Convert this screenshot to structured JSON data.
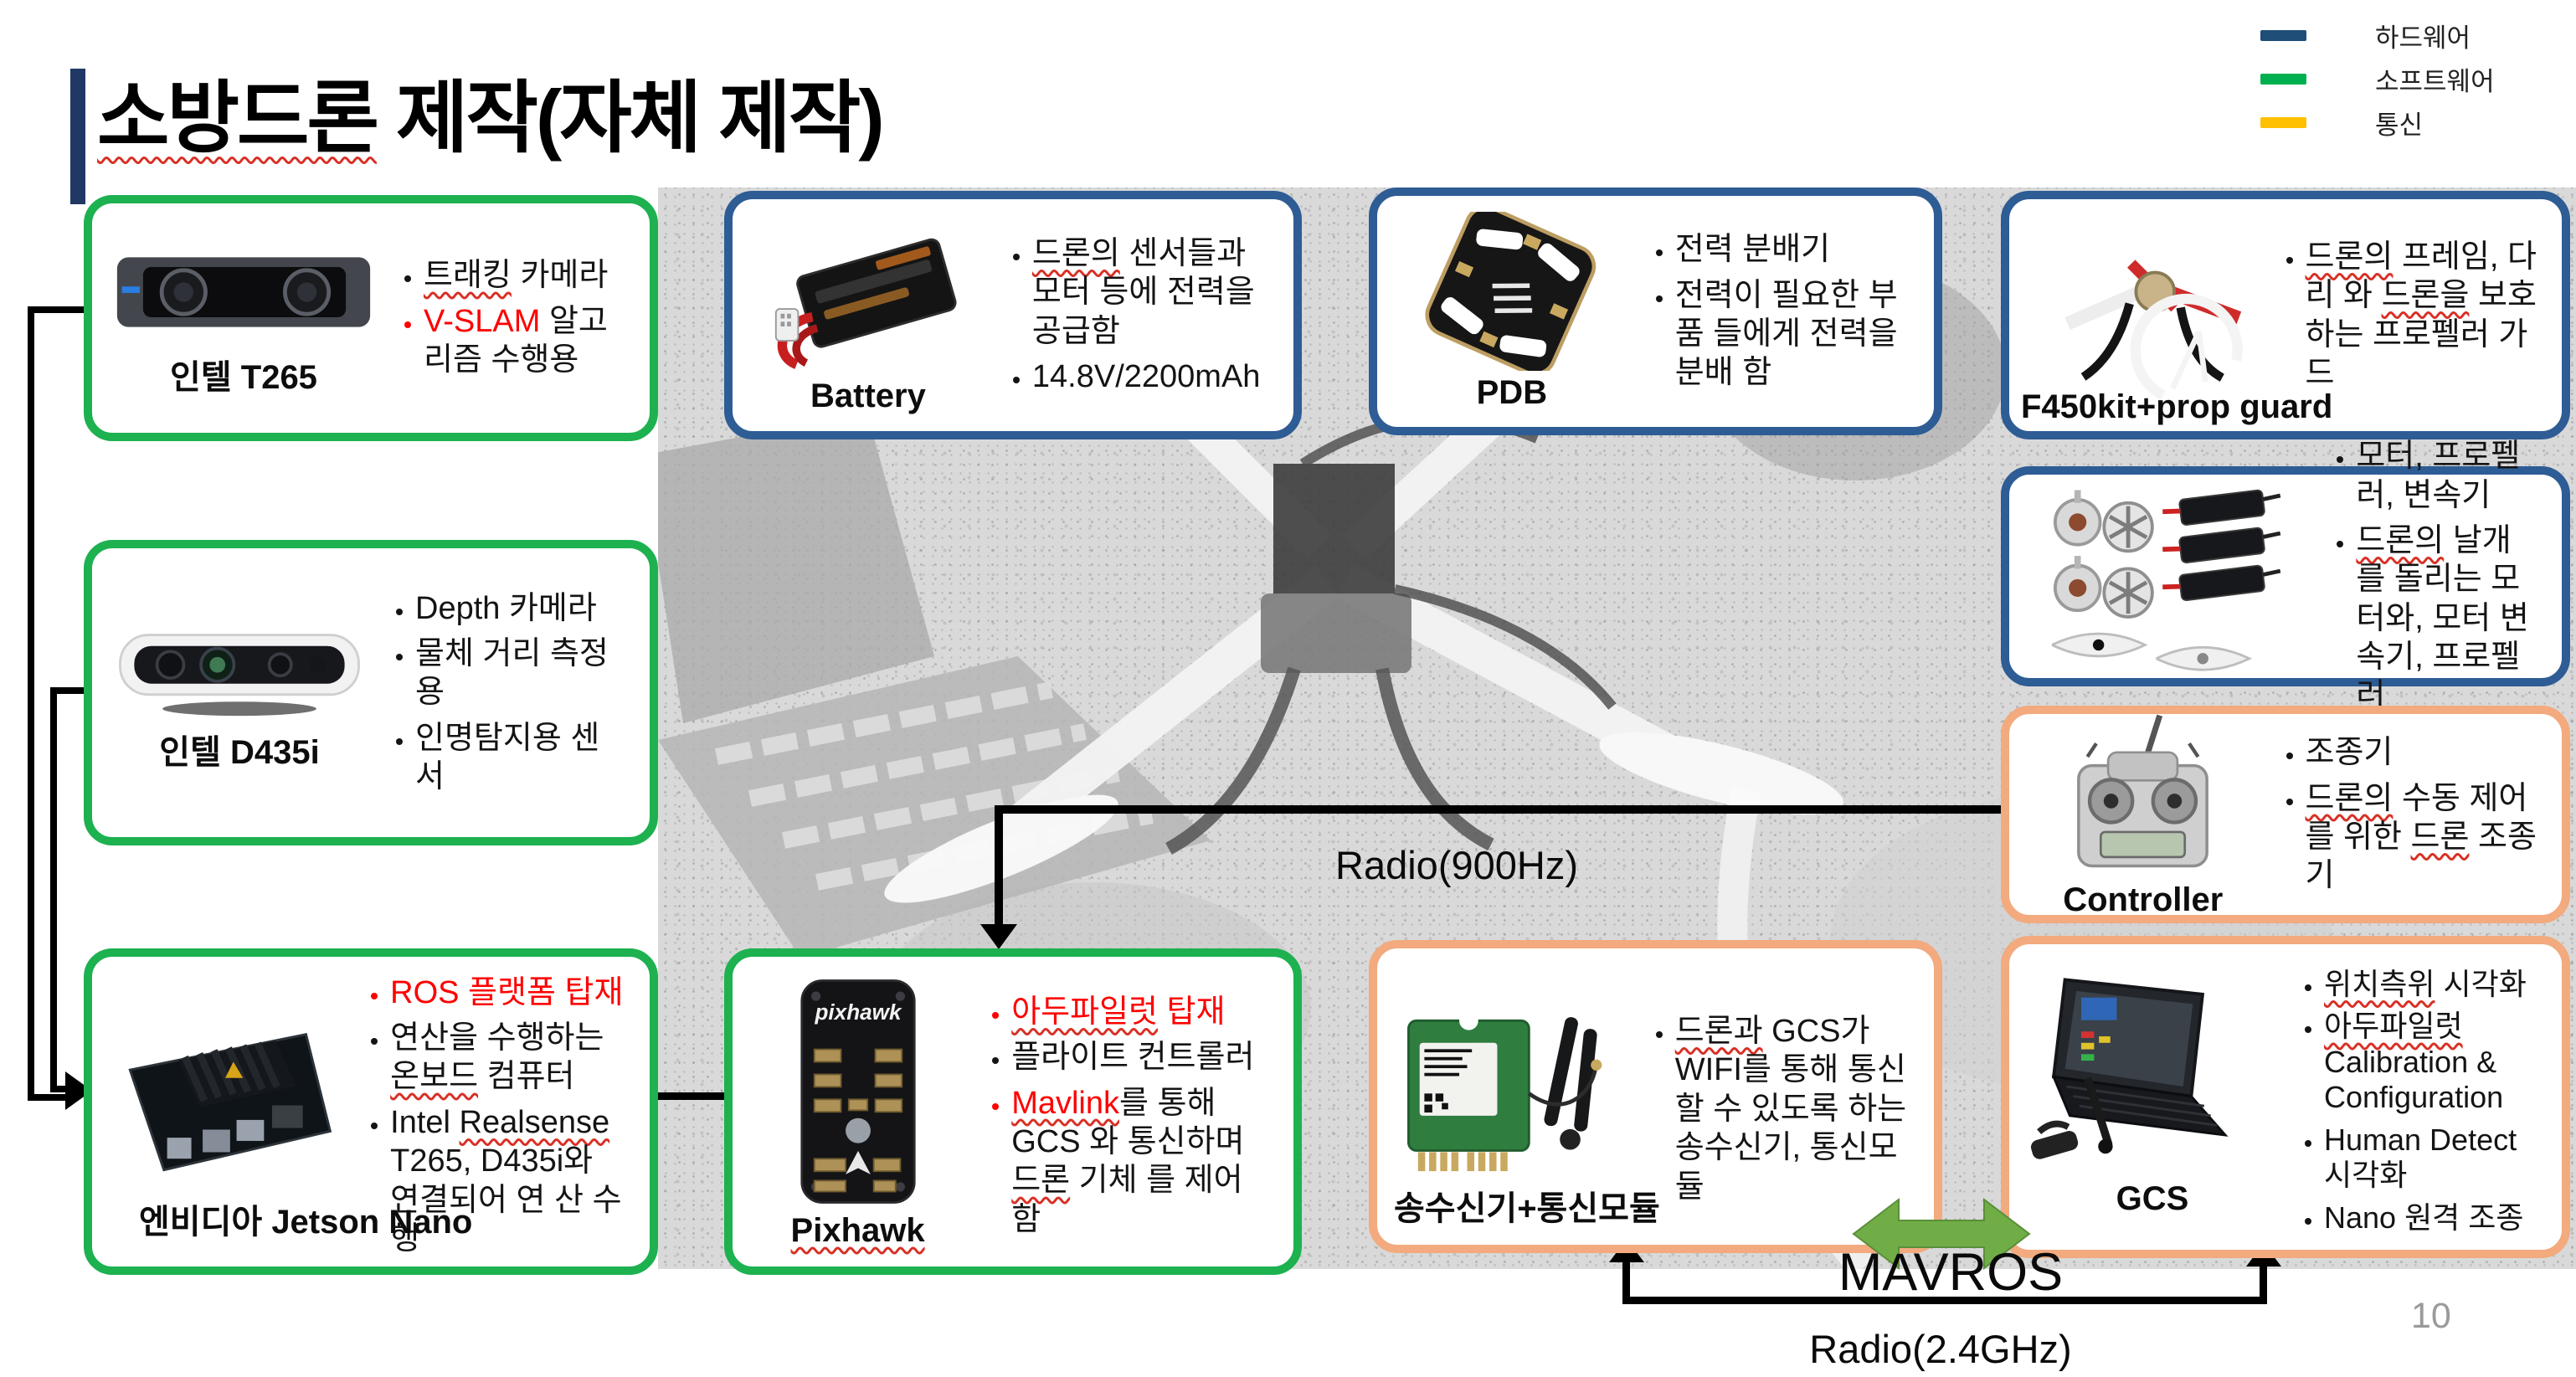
{
  "title": {
    "part1": "소방드론",
    "part2": " 제작(자체 제작)"
  },
  "legend": {
    "items": [
      {
        "label": "하드웨어",
        "color": "#1f4e79"
      },
      {
        "label": "소프트웨어",
        "color": "#00b050"
      },
      {
        "label": "통신",
        "color": "#ffc000"
      }
    ]
  },
  "boxes": {
    "t265": {
      "label": "인텔 T265",
      "b1": {
        "s1": "트래킹",
        "s2": " 카메라"
      },
      "b2": {
        "s1": "V-SLAM",
        "s2": " 알고리즘 수행용"
      }
    },
    "battery": {
      "label": "Battery",
      "b1": {
        "s1": "드론의",
        "s2": " 센서들과 모터 등에 전력을 공급함"
      },
      "b2": "14.8V/2200mAh"
    },
    "pdb": {
      "label": "PDB",
      "b1": "전력 분배기",
      "b2": "전력이 필요한 부품 들에게 전력을 분배 함"
    },
    "f450": {
      "label": "F450kit+prop guard",
      "b1": {
        "s1": "드론의",
        "s2": " 프레임, 다리 와 ",
        "s3": "드론을",
        "s4": " 보호하는 프로펠러 가드"
      }
    },
    "motors": {
      "b1": "모터, 프로펠러, 변속기",
      "b2": {
        "s1": "드론의",
        "s2": " 날개를 돌리는 모터와, 모터 변속기, 프로펠러"
      }
    },
    "controller": {
      "label": "Controller",
      "b1": "조종기",
      "b2": {
        "s1": "드론의",
        "s2": " 수동 제어를 위한 ",
        "s3": "드론",
        "s4": " 조종기"
      }
    },
    "d435i": {
      "label": "인텔 D435i",
      "b1": "Depth 카메라",
      "b2": "물체 거리  측정용",
      "b3": "인명탐지용 센서"
    },
    "jetson": {
      "label": "엔비디아 Jetson Nano",
      "b1": "ROS 플랫폼 탑재",
      "b2": {
        "s1": "연산을 수행하는 ",
        "s2": "온보드",
        "s3": " 컴퓨터"
      },
      "b3": {
        "s1": "Intel ",
        "s2": "Realsense",
        "s3": " T265, D435i와 연결되어 연 산 수행"
      }
    },
    "pixhawk": {
      "label": "Pixhawk",
      "device_text": "pixhawk",
      "b1": {
        "s1": "아두파일럿",
        "s2": " 탑재"
      },
      "b2": "플라이트 컨트롤러",
      "b3": {
        "s1": "Mavlink",
        "s2": "를 통해 GCS 와 통신하며 ",
        "s3": "드론",
        "s4": " 기체 를 제어함"
      }
    },
    "comm_module": {
      "label": "송수신기+통신모듈",
      "b1": {
        "s1": "드론과",
        "s2": " GCS가 WIFI를 통해 통신할 수 있도록 하는 송수신기, 통신모듈"
      }
    },
    "gcs": {
      "label": "GCS",
      "b1": {
        "s1": "위치측위",
        "s2": " 시각화"
      },
      "b2": {
        "s1": "아두파일럿",
        "s2": " Calibration & Configuration"
      },
      "b3": "Human Detect 시각화",
      "b4": "Nano 원격 조종"
    }
  },
  "connections": {
    "radio900": "Radio(900Hz)",
    "mavros": "MAVROS",
    "radio24": "Radio(2.4GHz)"
  },
  "colors": {
    "hardware_border": "#2e5c94",
    "software_border": "#1db150",
    "comm_border": "#f2aa7e",
    "highlight_red": "#fe0000",
    "arrow_green": "#70ad47"
  },
  "page_number": "10"
}
